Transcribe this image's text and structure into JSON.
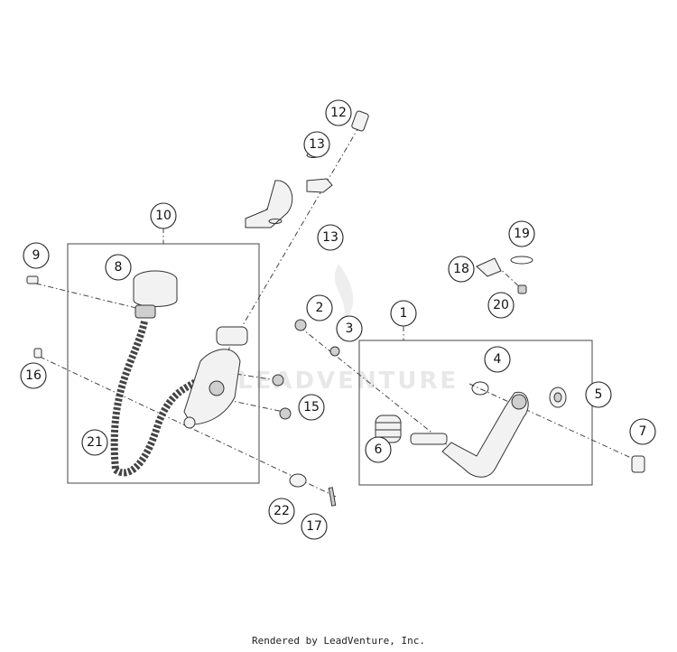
{
  "watermark_text": "LEADVENTURE",
  "footer_text": "Rendered by LeadVenture, Inc.",
  "callouts": [
    {
      "id": "1",
      "label": "1"
    },
    {
      "id": "2",
      "label": "2"
    },
    {
      "id": "3",
      "label": "3"
    },
    {
      "id": "4",
      "label": "4"
    },
    {
      "id": "5",
      "label": "5"
    },
    {
      "id": "6",
      "label": "6"
    },
    {
      "id": "7",
      "label": "7"
    },
    {
      "id": "8",
      "label": "8"
    },
    {
      "id": "9",
      "label": "9"
    },
    {
      "id": "10",
      "label": "10"
    },
    {
      "id": "12",
      "label": "12"
    },
    {
      "id": "13a",
      "label": "13"
    },
    {
      "id": "13b",
      "label": "13"
    },
    {
      "id": "15",
      "label": "15"
    },
    {
      "id": "16",
      "label": "16"
    },
    {
      "id": "17",
      "label": "17"
    },
    {
      "id": "18",
      "label": "18"
    },
    {
      "id": "19",
      "label": "19"
    },
    {
      "id": "20",
      "label": "20"
    },
    {
      "id": "21",
      "label": "21"
    },
    {
      "id": "22",
      "label": "22"
    }
  ]
}
